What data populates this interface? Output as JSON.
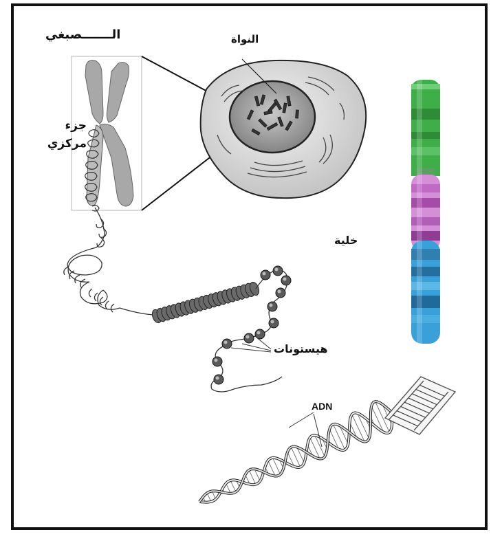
{
  "labels": {
    "chromosome": "الـــــــصبغي",
    "centromere_line1": "جزء",
    "centromere_line2": "مركزي",
    "nucleus": "النواة",
    "cell": "خلية",
    "histones": "هيستونات",
    "dna": "ADN"
  },
  "colors": {
    "border": "#111111",
    "cytoplasm": "#d9d9d9",
    "nucleus": "#9a9a9a",
    "chromosome_gray": "#a8a8a8",
    "band_green": "#3fae49",
    "band_pink": "#d48fd8",
    "band_blue": "#3aa0d9"
  },
  "icons": [
    "chromosome-icon",
    "cell-icon",
    "dna-helix-icon",
    "histone-icon",
    "banded-chromosome-icon"
  ]
}
